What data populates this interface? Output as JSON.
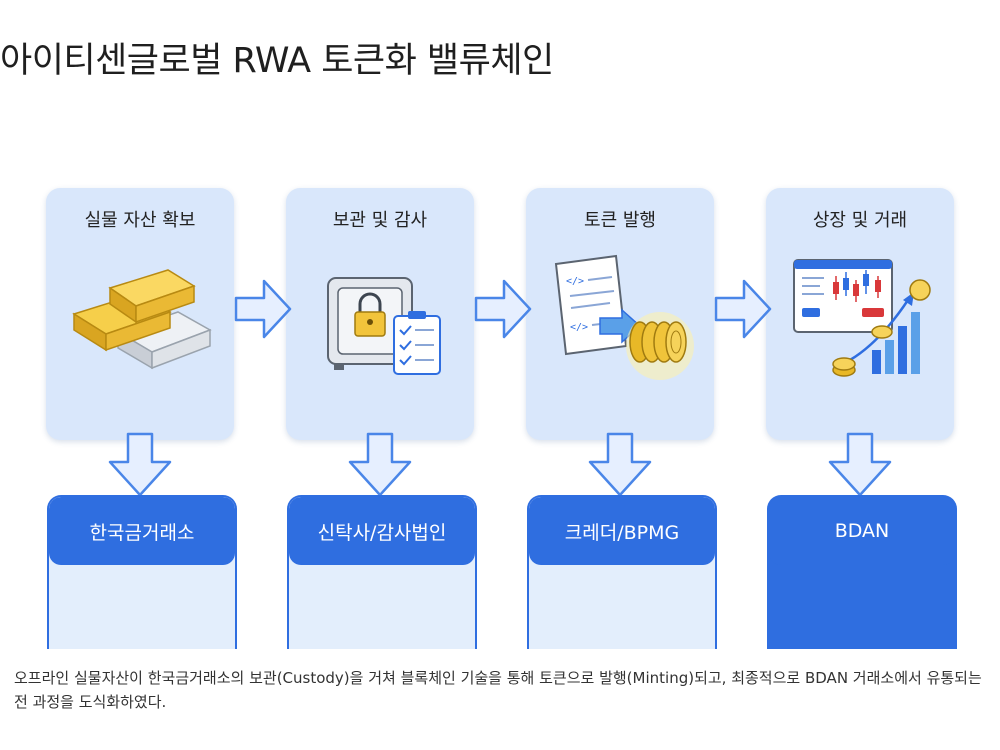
{
  "title": "아이티센글로벌 RWA 토큰화 밸류체인",
  "stages": [
    {
      "label": "실물 자산 확보",
      "icon": "gold-bars-icon"
    },
    {
      "label": "보관 및 감사",
      "icon": "safe-with-checklist-icon"
    },
    {
      "label": "토큰 발행",
      "icon": "document-to-coins-icon"
    },
    {
      "label": "상장 및 거래",
      "icon": "trading-chart-icon"
    }
  ],
  "orgs": [
    "한국금거래소",
    "신탁사/감사법인",
    "크레더/BPMG",
    "BDAN"
  ],
  "caption": "오프라인 실물자산이 한국금거래소의 보관(Custody)을 거쳐 블록체인 기술을 통해 토큰으로 발행(Minting)되고, 최종적으로 BDAN 거래소에서 유통되는 전 과정을 도식화하였다.",
  "colors": {
    "accent": "#2f6ee0",
    "card": "#d9e7fb",
    "arrow_fill": "#e6efff",
    "arrow_stroke": "#4a86e8",
    "gold": "#e8b827"
  }
}
